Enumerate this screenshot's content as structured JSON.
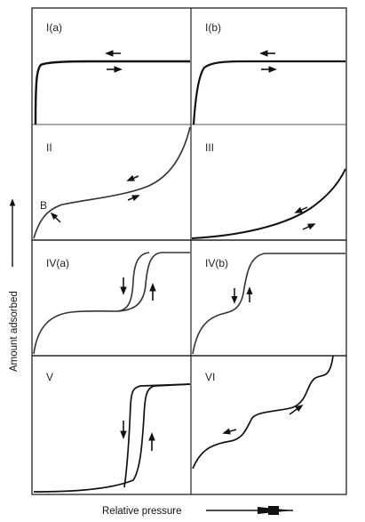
{
  "y_axis_label": "Amount adsorbed",
  "x_axis_label": "Relative pressure",
  "panels": [
    {
      "id": "I(a)",
      "label": "I(a)"
    },
    {
      "id": "I(b)",
      "label": "I(b)"
    },
    {
      "id": "II",
      "label": "II",
      "point_label": "B"
    },
    {
      "id": "III",
      "label": "III"
    },
    {
      "id": "IV(a)",
      "label": "IV(a)"
    },
    {
      "id": "IV(b)",
      "label": "IV(b)"
    },
    {
      "id": "V",
      "label": "V"
    },
    {
      "id": "VI",
      "label": "VI"
    }
  ],
  "colors": {
    "curve": "#1a1a1a",
    "frame": "#222222",
    "divider": "#555555"
  }
}
